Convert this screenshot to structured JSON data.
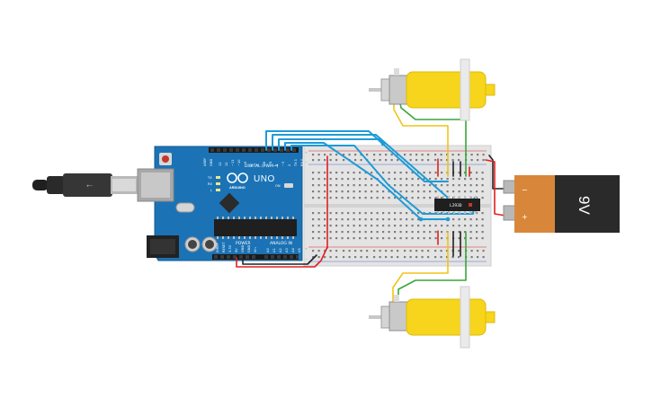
{
  "arduino": {
    "model": "UNO",
    "brand": "ARDUINO",
    "digital_label": "DIGITAL (PWM~)",
    "analog_label": "ANALOG IN",
    "power_label": "POWER",
    "tx_label": "TX",
    "rx_label": "RX",
    "l_label": "L",
    "on_label": "ON",
    "aref_label": "AREF",
    "gnd_label": "GND",
    "digital_pins": [
      "13",
      "12",
      "~11",
      "~10",
      "~9",
      "8",
      "7",
      "~6",
      "~5",
      "4",
      "~3",
      "2",
      "TX 1",
      "RX 0"
    ],
    "power_pins": [
      "IOREF",
      "RESET",
      "3.3V",
      "5V",
      "GND",
      "GND",
      "Vin"
    ],
    "analog_pins": [
      "A0",
      "A1",
      "A2",
      "A3",
      "A4",
      "A5"
    ]
  },
  "driver_chip": {
    "label": "L293D"
  },
  "battery": {
    "label": "9V",
    "plus": "+",
    "minus": "−"
  },
  "breadboard": {
    "plus": "+",
    "minus": "−"
  },
  "colors": {
    "arduino_blue": "#1b73b5",
    "wire_blue": "#1e9bd7",
    "wire_red": "#e02020",
    "wire_black": "#222222",
    "wire_green": "#3aa63a",
    "wire_yellow": "#f0c419",
    "motor_yellow": "#f6d51c",
    "battery_orange": "#d8873a",
    "battery_black": "#2a2a2a"
  }
}
